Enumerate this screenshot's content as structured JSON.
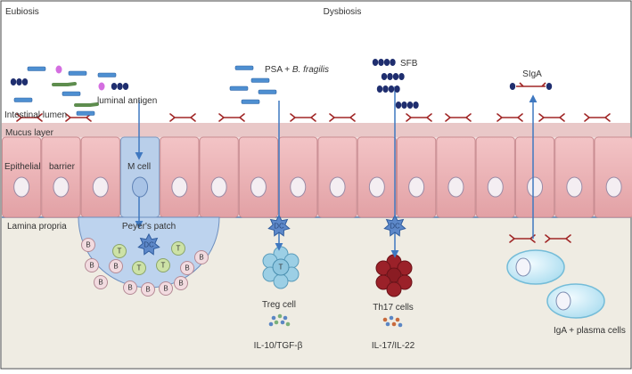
{
  "labels": {
    "eubiosis": "Eubiosis",
    "dysbiosis": "Dysbiosis",
    "intestinal_lumen": "Intestinal lumen",
    "luminal_antigen": "luminal antigen",
    "mucus_layer": "Mucus layer",
    "epithelial": "Epithelial",
    "barrier": "barrier",
    "m_cell": "M cell",
    "lamina_propria": "Lamina propria",
    "peyers_patch": "Peyer's patch",
    "psa_prefix": "PSA + ",
    "psa_species": "B. fragilis",
    "sfb": "SFB",
    "siga": "SIgA",
    "dc": "DC",
    "t": "T",
    "b": "B",
    "treg_cell": "Treg cell",
    "th17_cells": "Th17 cells",
    "il10_tgfb": "IL-10/TGF-β",
    "il17_il22": "IL-17/IL-22",
    "iga_plasma": "IgA + plasma cells"
  },
  "colors": {
    "lumen_bg": "#ffffff",
    "mucus": "#e8c4c4",
    "epithelial_cell": "#ecb3b6",
    "m_cell": "#b7cde9",
    "lamina_propria_bg": "#efede4",
    "peyers_patch": "#bcd2ee",
    "dc": "#5d88c9",
    "arrow": "#3f78c0",
    "treg": "#9fd0e4",
    "th17": "#8a1d24",
    "t_cell": "#c8dfa0",
    "b_cell": "#f2dbe0",
    "siga": "#a02626",
    "bacteria_rod": "#4e8fd1",
    "bacteria_cocci": "#1f2e6f",
    "bacteria_green": "#5e8d4e",
    "bacteria_magenta": "#d46ee0",
    "plasma_cell": "#c5e8f5"
  },
  "icons": [
    "rod-bacterium-icon",
    "coccus-bacterium-icon",
    "dendritic-cell-icon",
    "siga-antibody-icon",
    "cytokine-dots-icon"
  ]
}
